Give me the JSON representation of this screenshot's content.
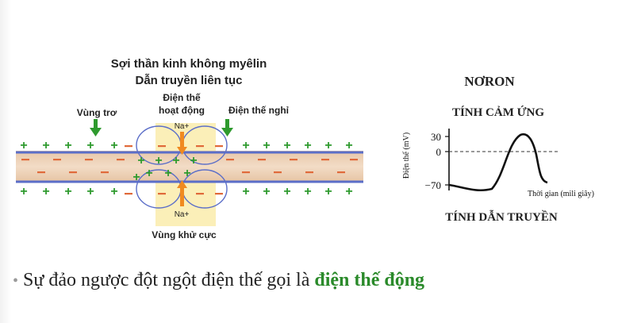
{
  "slide": {
    "fiber_title_1": "Sợi thần kinh không myêlin",
    "fiber_title_2": "Dẫn truyền liên tục",
    "label_refractory": "Vùng trơ",
    "label_action_1": "Điện thế",
    "label_action_2": "hoạt động",
    "label_resting": "Điện thế nghỉ",
    "label_depolarized": "Vùng khử cực",
    "ion_top": "Na+",
    "ion_bottom": "Na+",
    "neuron_title": "NƠRON",
    "excitability": "TÍNH CẢM ỨNG",
    "conductivity": "TÍNH DẪN TRUYỀN",
    "graph_ylabel": "Điện thế (mV)",
    "graph_xlabel": "Thời gian (mili giây)",
    "graph_ticks": [
      "30",
      "0",
      "−70"
    ],
    "bullet_text": "Sự đảo ngược đột ngột điện thế gọi là ",
    "bullet_highlight": "điện thế động"
  },
  "colors": {
    "plus": "#2e9a2e",
    "minus": "#e06a3a",
    "arrow_green": "#2e9a2e",
    "arrow_orange": "#f08a20",
    "axon_blue": "#5b6ec8",
    "highlight": "#2a8a2a"
  }
}
